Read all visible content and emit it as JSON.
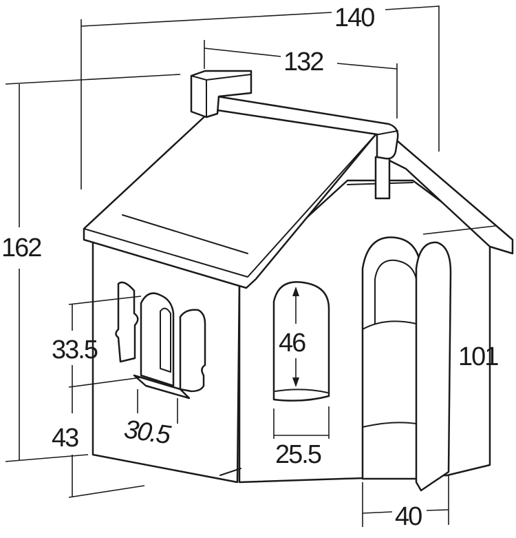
{
  "title": "Playhouse dimension drawing",
  "dimensions": {
    "overall_width": "140",
    "roof_width": "132",
    "overall_height": "162",
    "window_height": "33.5",
    "window_sill_height": "43",
    "window_width": "30.5",
    "arched_window_height": "46",
    "arched_window_width": "25.5",
    "door_height": "101",
    "door_width": "40"
  },
  "colors": {
    "line": "#1a1a1a",
    "background": "#ffffff"
  }
}
